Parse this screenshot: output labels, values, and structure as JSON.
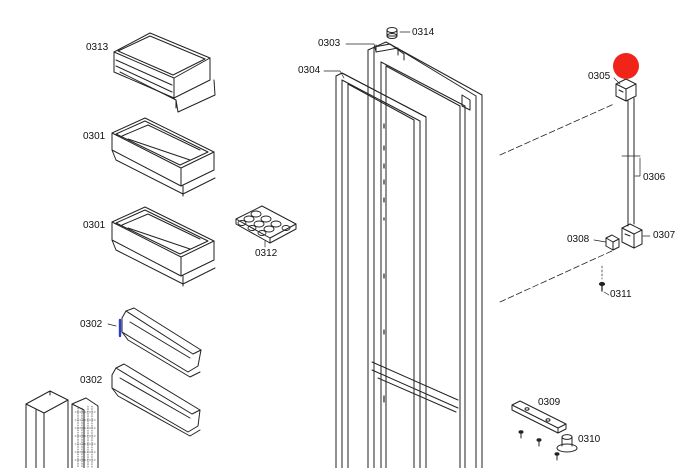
{
  "diagram": {
    "parts": [
      {
        "id": "part-0313",
        "label": "0313"
      },
      {
        "id": "part-0301-a",
        "label": "0301"
      },
      {
        "id": "part-0301-b",
        "label": "0301"
      },
      {
        "id": "part-0302-a",
        "label": "0302"
      },
      {
        "id": "part-0302-b",
        "label": "0302"
      },
      {
        "id": "part-0312",
        "label": "0312"
      },
      {
        "id": "part-0303",
        "label": "0303"
      },
      {
        "id": "part-0304",
        "label": "0304"
      },
      {
        "id": "part-0314",
        "label": "0314"
      },
      {
        "id": "part-0305",
        "label": "0305"
      },
      {
        "id": "part-0306",
        "label": "0306"
      },
      {
        "id": "part-0307",
        "label": "0307"
      },
      {
        "id": "part-0308",
        "label": "0308"
      },
      {
        "id": "part-0311",
        "label": "0311"
      },
      {
        "id": "part-0309",
        "label": "0309"
      },
      {
        "id": "part-0310",
        "label": "0310"
      }
    ]
  },
  "colors": {
    "line": "#222222",
    "marker": "#f02418",
    "highlight": "#2b3fcf"
  }
}
